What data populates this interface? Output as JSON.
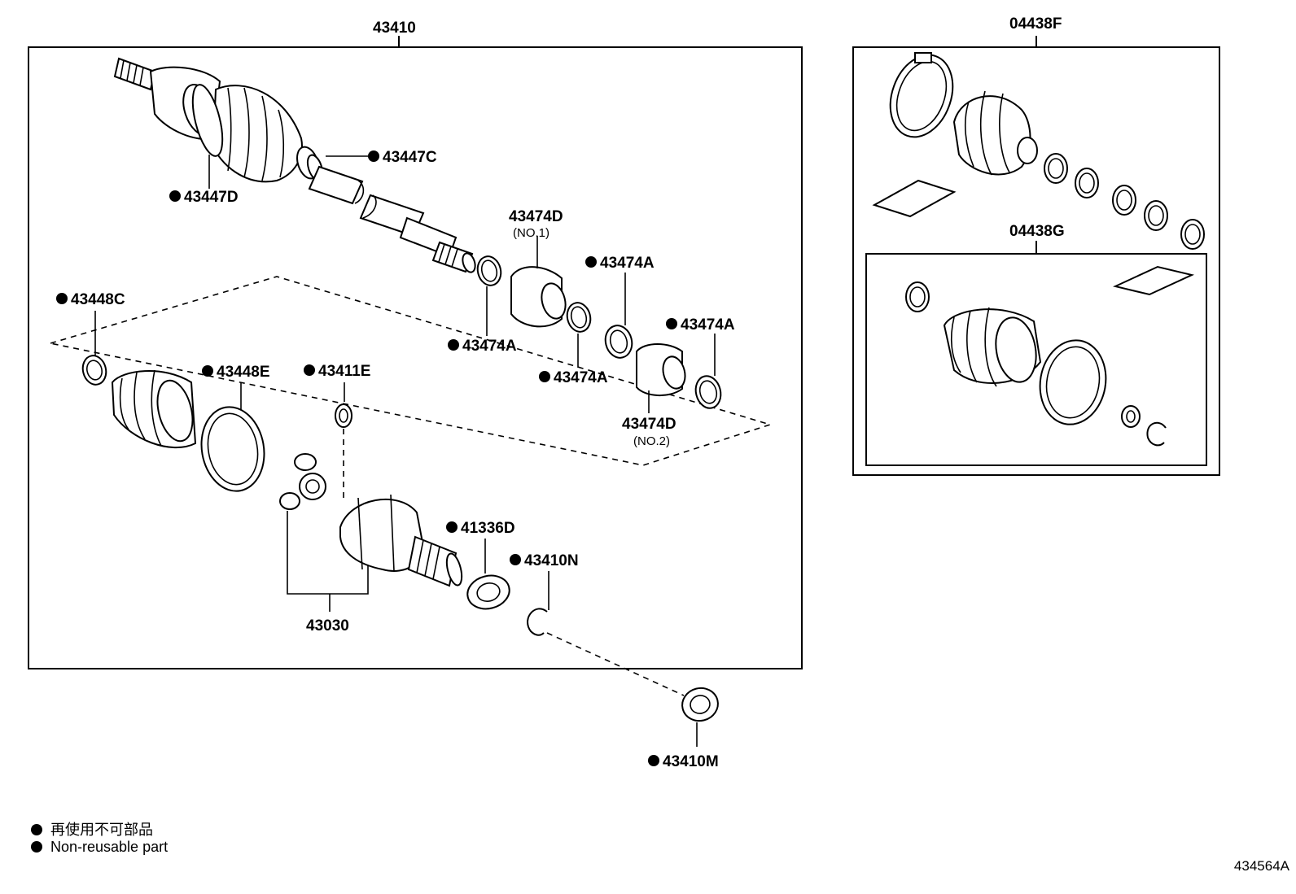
{
  "labels": {
    "assembly": "43410",
    "kit_f": "04438F",
    "kit_g": "04438G",
    "p_43447c": "43447C",
    "p_43447d": "43447D",
    "p_43474d_1": "43474D",
    "p_43474d_1_sub": "(NO.1)",
    "p_43474a_1": "43474A",
    "p_43474a_2": "43474A",
    "p_43474a_3": "43474A",
    "p_43474a_4": "43474A",
    "p_43474d_2": "43474D",
    "p_43474d_2_sub": "(NO.2)",
    "p_43448c": "43448C",
    "p_43448e": "43448E",
    "p_43411e": "43411E",
    "p_41336d": "41336D",
    "p_43410n": "43410N",
    "p_43030": "43030",
    "p_43410m": "43410M"
  },
  "legend": {
    "jp": "再使用不可部品",
    "en": "Non-reusable part"
  },
  "figure_code": "434564A"
}
